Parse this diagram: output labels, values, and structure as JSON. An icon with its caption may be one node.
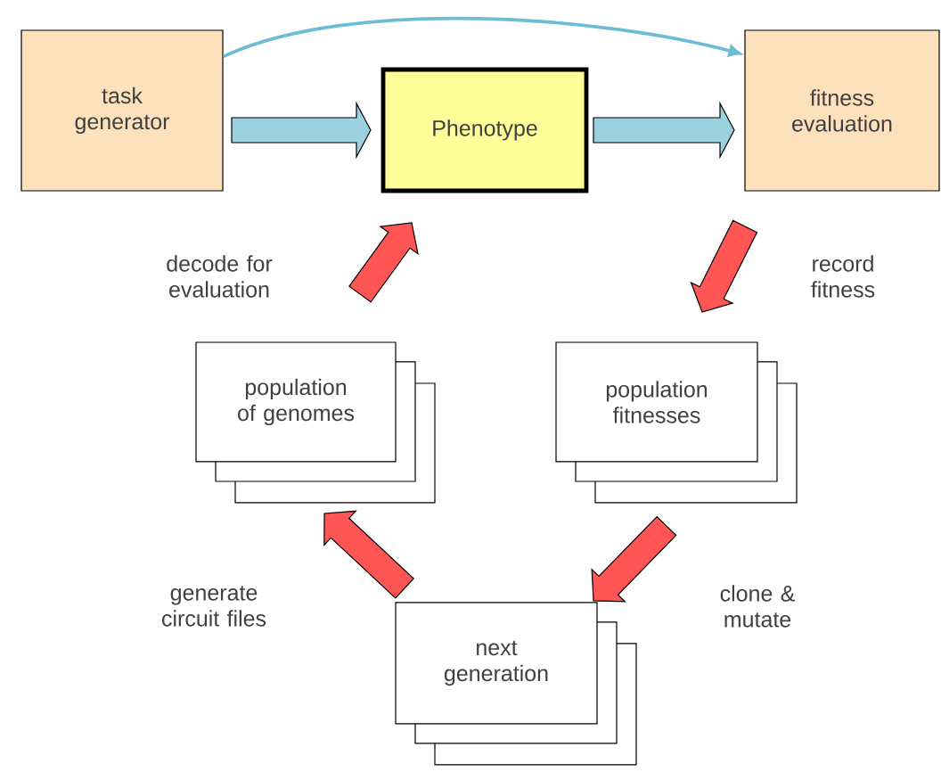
{
  "diagram": {
    "nodes": [
      {
        "text": [
          "task generator"
        ]
      },
      {
        "text": [
          "Phenotype"
        ]
      },
      {
        "text": [
          "fitness evaluation"
        ]
      },
      {
        "text": [
          "population of genomes"
        ]
      },
      {
        "text": [
          "population fitnesses"
        ]
      },
      {
        "text": [
          "next generation"
        ]
      }
    ],
    "edges": [
      {
        "from": 0,
        "to": 1,
        "arrow": "to",
        "style": "thick",
        "color": "#99d1df"
      },
      {
        "from": 1,
        "to": 2,
        "arrow": "to",
        "style": "thick",
        "color": "#99d1df"
      },
      {
        "from": 0,
        "to": 2,
        "arrow": "to",
        "color": "#6cbdd4"
      },
      {
        "from": 3,
        "to": 1,
        "arrow": "to",
        "style": "thick",
        "label": "decode for evaluation"
      },
      {
        "from": 2,
        "to": 4,
        "arrow": "to",
        "style": "thick",
        "label": "record fitness"
      },
      {
        "from": 4,
        "to": 5,
        "arrow": "to",
        "style": "thick",
        "label": "clone & mutate"
      },
      {
        "from": 5,
        "to": 3,
        "arrow": "to",
        "style": "thick",
        "label": "generate circuit files"
      }
    ]
  }
}
